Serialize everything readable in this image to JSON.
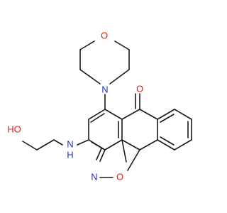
{
  "molecule": {
    "atoms": {
      "o_morph": {
        "symbol": "O",
        "color": "#e0201c"
      },
      "n_morph": {
        "symbol": "N",
        "color": "#2030c8"
      },
      "o_ketone": {
        "symbol": "O",
        "color": "#e0201c"
      },
      "oh": {
        "symbol": "HO",
        "color": "#e0201c"
      },
      "nh_n": {
        "symbol": "N",
        "color": "#2030c8"
      },
      "nh_h": {
        "symbol": "H",
        "color": "#2030c8"
      },
      "n_iso": {
        "symbol": "N",
        "color": "#2030c8"
      },
      "o_iso": {
        "symbol": "O",
        "color": "#e0201c"
      }
    },
    "bond_color": "#1a1a1a"
  }
}
